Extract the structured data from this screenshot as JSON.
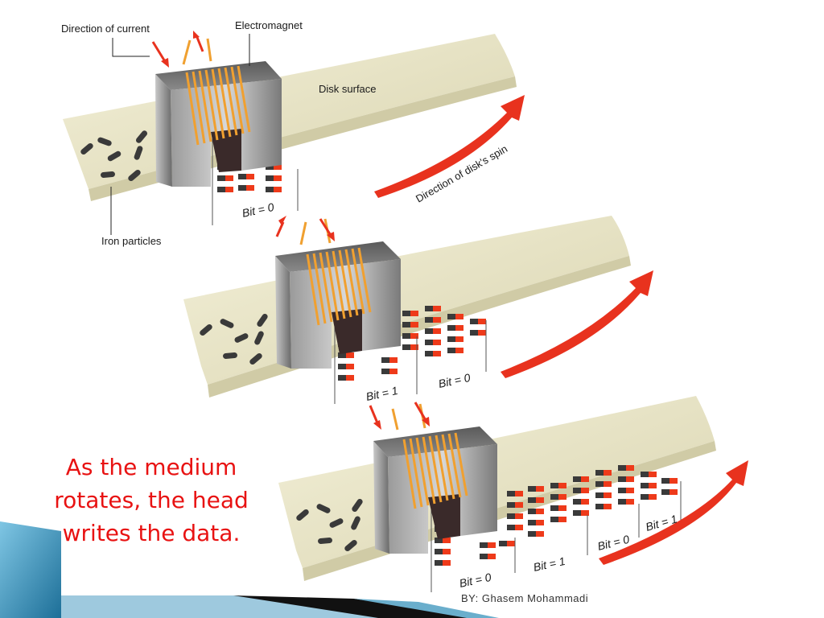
{
  "slide": {
    "caption": "As the medium rotates, the head writes the data.",
    "footer": "BY: Ghasem Mohammadi"
  },
  "diagram": {
    "labels": {
      "direction_of_current": "Direction of current",
      "electromagnet": "Electromagnet",
      "disk_surface": "Disk surface",
      "iron_particles": "Iron particles",
      "direction_of_spin": "Direction of disk's spin"
    },
    "panels": [
      {
        "bits": [
          "Bit = 0"
        ]
      },
      {
        "bits": [
          "Bit = 1",
          "Bit = 0"
        ]
      },
      {
        "bits": [
          "Bit = 0",
          "Bit = 1",
          "Bit = 0",
          "Bit = 1"
        ]
      }
    ]
  },
  "colors": {
    "caption": "#e81212",
    "disk_surface": "#ece8c8",
    "arrow": "#e8321e",
    "coil": "#f0a030",
    "core": "#6e6e6e",
    "deco_blue": "#2a8ab8"
  }
}
